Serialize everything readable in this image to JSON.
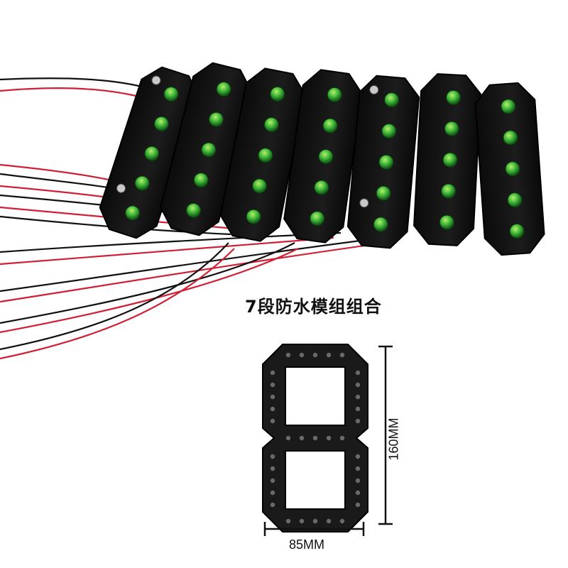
{
  "title": "7段防水模组组合",
  "dimensions": {
    "width_label": "85MM",
    "height_label": "160MM"
  },
  "colors": {
    "module_body": "#141414",
    "led_green": "#2fae2f",
    "wire_red": "#d0203a",
    "wire_black": "#111111",
    "background": "#ffffff"
  },
  "modules": [
    {
      "leds": 5
    },
    {
      "leds": 5
    },
    {
      "leds": 5
    },
    {
      "leds": 5
    },
    {
      "leds": 5
    },
    {
      "leds": 5
    },
    {
      "leds": 5
    }
  ]
}
